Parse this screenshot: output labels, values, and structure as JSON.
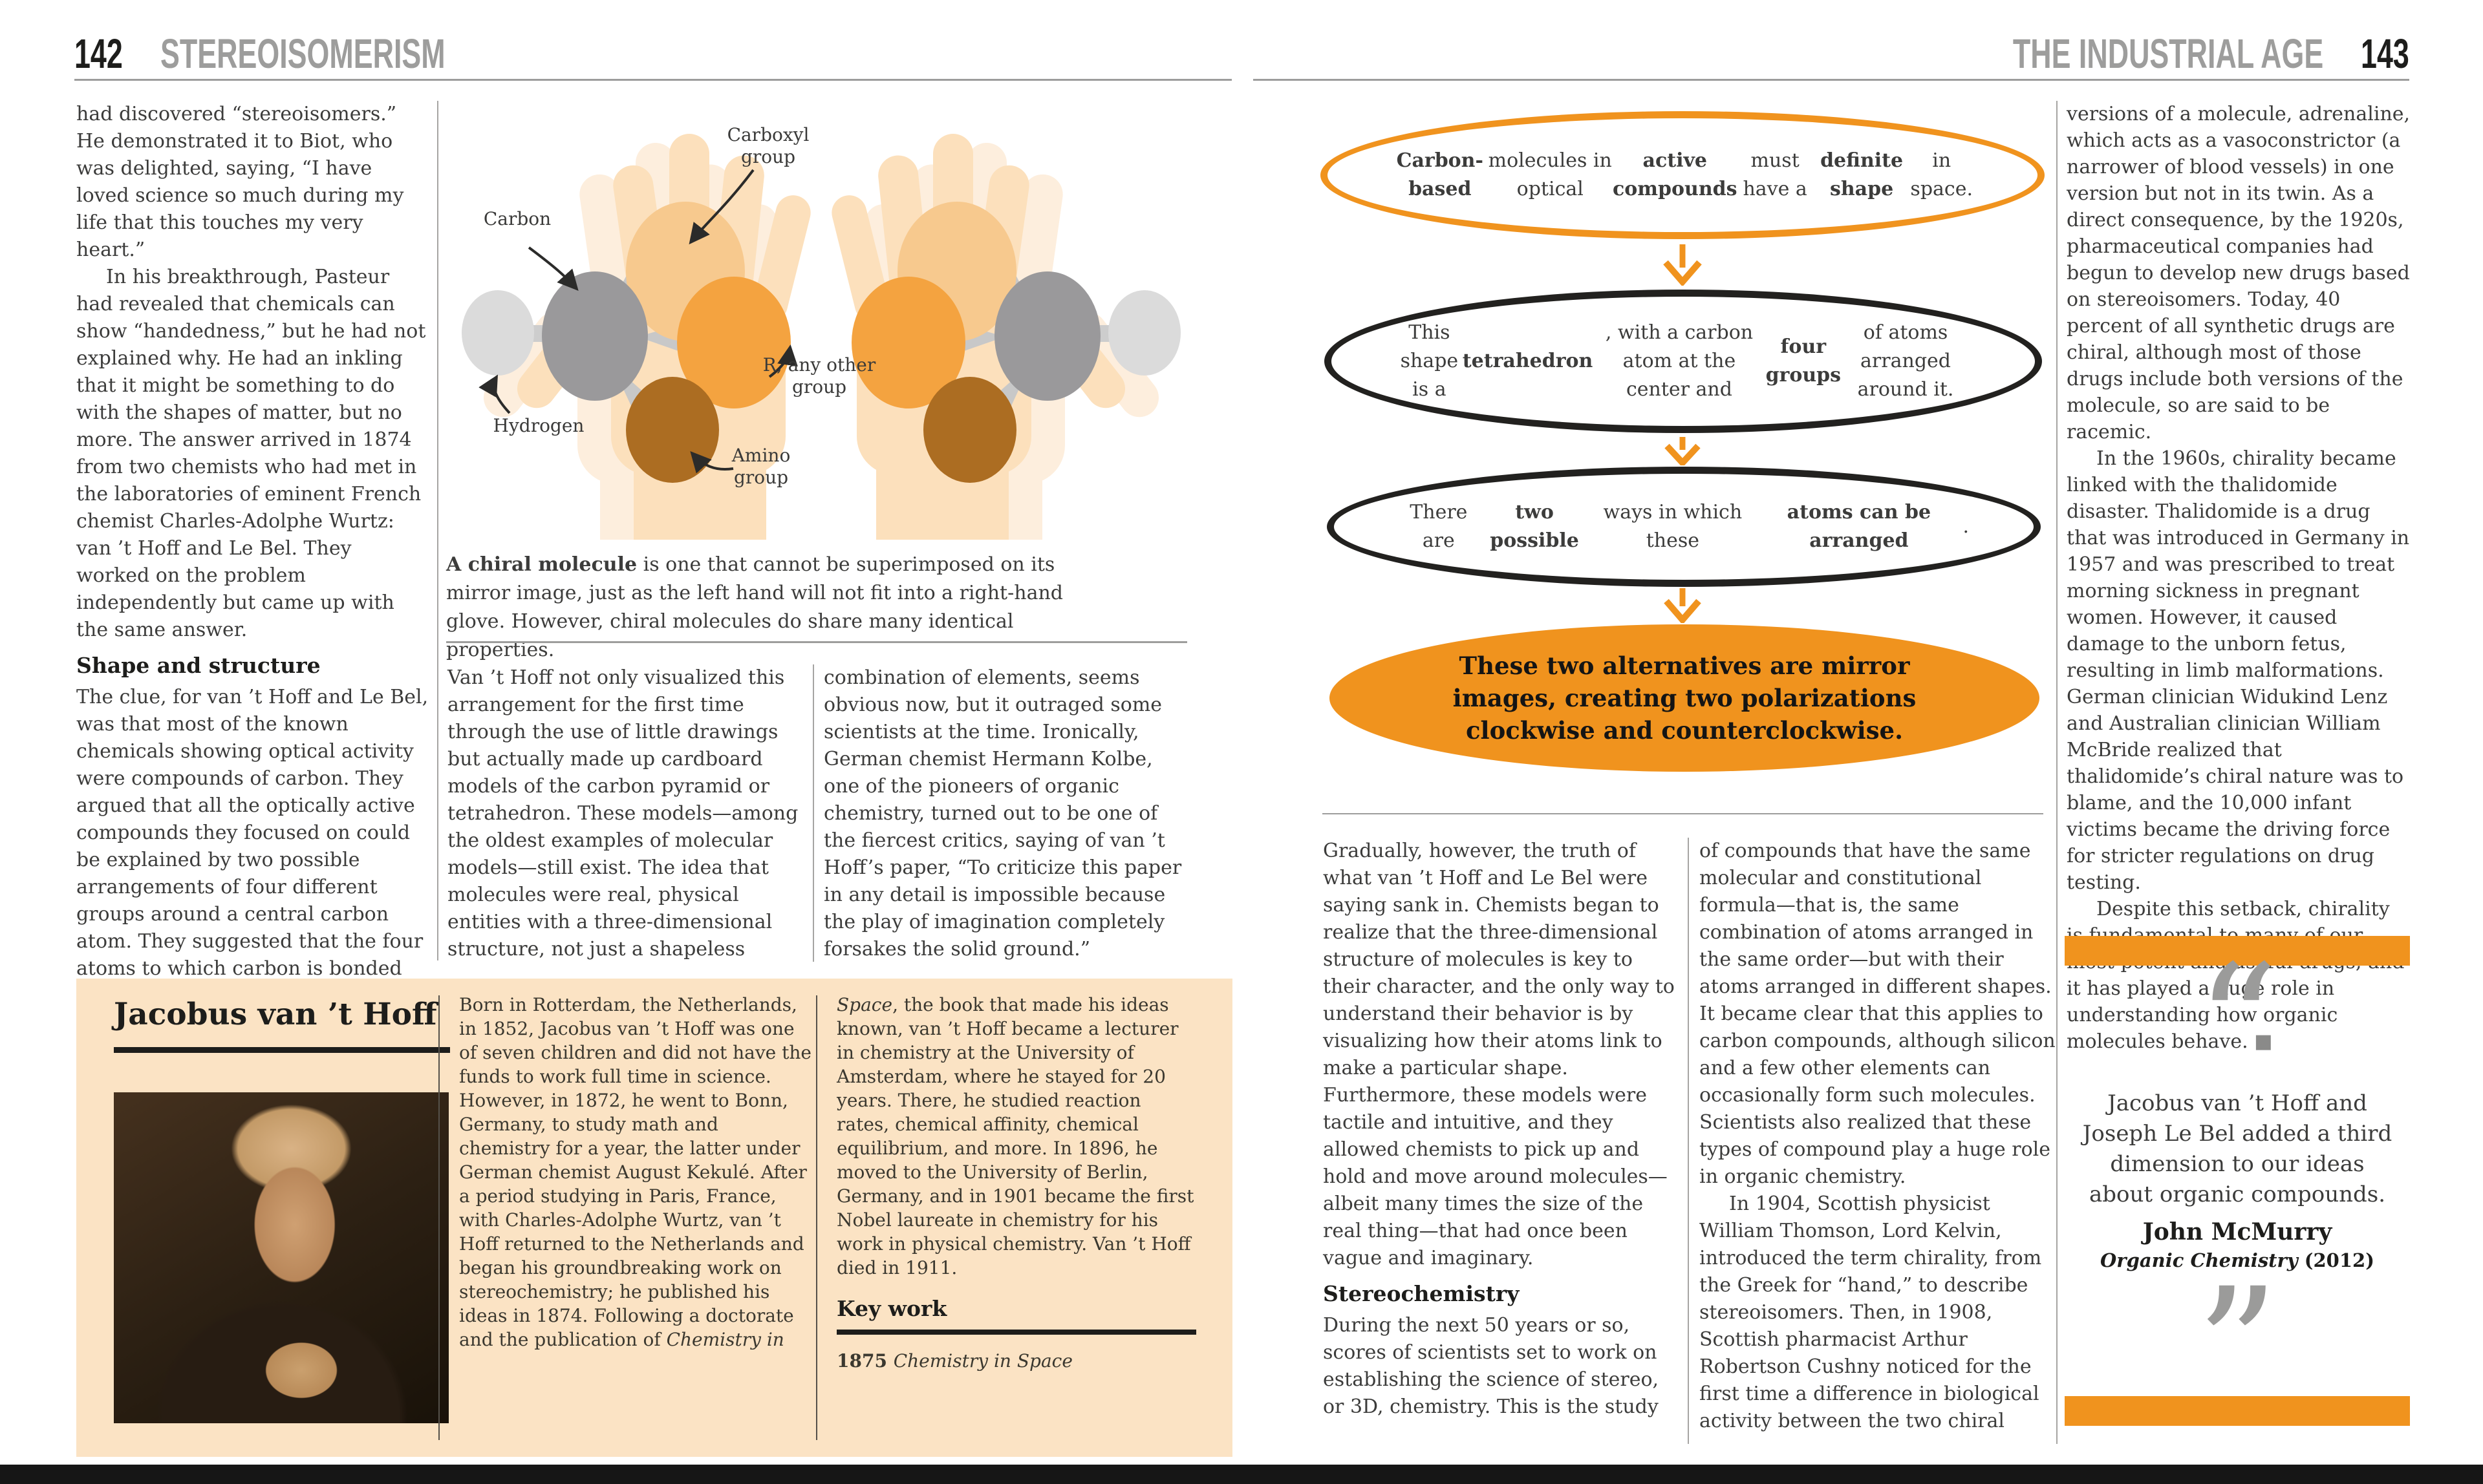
{
  "colors": {
    "accent_orange": "#F0931E",
    "peach_box": "#FBE3C4",
    "rule_gray": "#9D9D9C",
    "ink": "#1D1D1B"
  },
  "page_left": {
    "page_number": "142",
    "section_title": "STEREOISOMERISM",
    "col1_p1": "had discovered “stereoisomers.” He demonstrated it to Biot, who was delighted, saying, “I have loved science so much during my life that this touches my very heart.”",
    "col1_p2": "In his breakthrough, Pasteur had revealed that chemicals can show “handedness,” but he had not explained why. He had an inkling that it might be something to do with the shapes of matter, but no more. The answer arrived in 1874 from two chemists who had met in the laboratories of eminent French chemist Charles-Adolphe Wurtz: van ’t Hoff and Le Bel. They worked on the problem independently but came up with the same answer.",
    "shape_heading": "Shape and structure",
    "col1_p3": "The clue, for van ’t Hoff and Le Bel, was that most of the known chemicals showing optical activity were compounds of carbon. They argued that all the optically active compounds they focused on could be explained by two possible arrangements of four different groups around a central carbon atom. They suggested that the four atoms to which carbon is bonded sit at the corners of a regular tetrahedron, with carbon in the center.",
    "diagram_labels": {
      "carboxyl": "Carboxyl group",
      "carbon": "Carbon",
      "hydrogen": "Hydrogen",
      "r_group": "R, any other group",
      "amino": "Amino group"
    },
    "caption_segments": [
      {
        "t": "A chiral molecule",
        "b": true
      },
      {
        "t": " is one that cannot be superimposed on its mirror image, just as the left hand will not fit into a right-hand glove. However, chiral molecules do share many identical properties."
      }
    ],
    "colA_para": "Van ’t Hoff not only visualized this arrangement for the first time through the use of little drawings but actually made up cardboard models of the carbon pyramid or tetrahedron. These models—among the oldest examples of molecular models—still exist. The idea that molecules were real, physical entities with a three-dimensional structure, not just a shapeless",
    "colB_para": "combination of elements, seems obvious now, but it outraged some scientists at the time. Ironically, German chemist Hermann Kolbe, one of the pioneers of organic chemistry, turned out to be one of the fiercest critics, saying of van ’t Hoff’s paper, “To criticize this paper in any detail is impossible because the play of imagination completely forsakes the solid ground.”",
    "bio": {
      "title": "Jacobus van ’t Hoff",
      "col1_segments": [
        {
          "t": "Born in Rotterdam, the Netherlands, in 1852, Jacobus van ’t Hoff was one of seven children and did not have the funds to work full time in science. However, in 1872, he went to Bonn, Germany, to study math and chemistry for a year, the latter under German chemist August Kekulé. After a period studying in Paris, France, with Charles-Adolphe Wurtz, van ’t Hoff returned to the Netherlands and began his groundbreaking work on stereochemistry; he published his ideas in 1874. Following a doctorate and the publication of "
        },
        {
          "t": "Chemistry in",
          "i": true
        }
      ],
      "col2_segments": [
        {
          "t": "Space",
          "i": true
        },
        {
          "t": ", the book that made his ideas known, van ’t Hoff became a lecturer in chemistry at the University of Amsterdam, where he stayed for 20 years. There, he studied reaction rates, chemical affinity, chemical equilibrium, and more. In 1896, he moved to the University of Berlin, Germany, and in 1901 became the first Nobel laureate in chemistry for his work in physical chemistry. Van ’t Hoff died in 1911."
        }
      ],
      "keywork_heading": "Key work",
      "keywork_segments": [
        {
          "t": "1875 ",
          "b": true
        },
        {
          "t": "Chemistry in Space",
          "i": true
        }
      ]
    }
  },
  "page_right": {
    "page_number": "143",
    "section_title": "THE INDUSTRIAL AGE",
    "flowchart": {
      "oval1_segments": [
        {
          "t": "Carbon-based",
          "b": true
        },
        {
          "t": " molecules in optical "
        },
        {
          "t": "active compounds",
          "b": true
        },
        {
          "t": " must have a "
        },
        {
          "t": "definite shape",
          "b": true
        },
        {
          "t": " in space."
        }
      ],
      "oval2_segments": [
        {
          "t": "This shape is a "
        },
        {
          "t": "tetrahedron",
          "b": true
        },
        {
          "t": ", with a carbon atom at the center and "
        },
        {
          "t": "four groups",
          "b": true
        },
        {
          "t": " of atoms arranged around it."
        }
      ],
      "oval3_segments": [
        {
          "t": "There are "
        },
        {
          "t": "two possible",
          "b": true
        },
        {
          "t": " ways in which these "
        },
        {
          "t": "atoms can be arranged",
          "b": true
        },
        {
          "t": "."
        }
      ],
      "oval4_text": "These two alternatives are mirror images, creating two polarizations clockwise and counterclockwise."
    },
    "col1_p1": "Gradually, however, the truth of what van ’t Hoff and Le Bel were saying sank in. Chemists began to realize that the three-dimensional structure of molecules is key to their character, and the only way to understand their behavior is by visualizing how their atoms link to make a particular shape. Furthermore, these models were tactile and intuitive, and they allowed chemists to pick up and hold and move around molecules—albeit many times the size of the real thing—that had once been vague and imaginary.",
    "stereo_heading": "Stereochemistry",
    "col1_p2": "During the next 50 years or so, scores of scientists set to work on establishing the science of stereo, or 3D, chemistry. This is the study",
    "col2_p1": "of compounds that have the same molecular and constitutional formula—that is, the same combination of atoms arranged in the same order—but with their atoms arranged in different shapes. It became clear that this applies to carbon compounds, although silicon and a few other elements can occasionally form such molecules. Scientists also realized that these types of compound play a huge role in organic chemistry.",
    "col2_p2": "In 1904, Scottish physicist William Thomson, Lord Kelvin, introduced the term chirality, from the Greek for “hand,” to describe stereoisomers. Then, in 1908, Scottish pharmacist Arthur Robertson Cushny noticed for the first time a difference in biological activity between the two chiral",
    "col3_p1": "versions of a molecule, adrenaline, which acts as a vasoconstrictor (a narrower of blood vessels) in one version but not in its twin. As a direct consequence, by the 1920s, pharmaceutical companies had begun to develop new drugs based on stereoisomers. Today, 40 percent of all synthetic drugs are chiral, although most of those drugs include both versions of the molecule, so are said to be racemic.",
    "col3_p2": "In the 1960s, chirality became linked with the thalidomide disaster. Thalidomide is a drug that was introduced in Germany in 1957 and was prescribed to treat morning sickness in pregnant women. However, it caused damage to the unborn fetus, resulting in limb malformations. German clinician Widukind Lenz and Australian clinician William McBride realized that thalidomide’s chiral nature was to blame, and the 10,000 infant victims became the driving force for stricter regulations on drug testing.",
    "col3_p3_segments": [
      {
        "t": "Despite this setback, chirality is fundamental to many of our most potent and useful drugs, and it has played a huge role in understanding how organic molecules behave. "
      },
      {
        "t": "■",
        "c": "#8a8a89"
      }
    ],
    "quote": {
      "open_mark": "“",
      "text": "Jacobus van ’t Hoff and Joseph Le Bel added a third dimension to our ideas about organic compounds.",
      "author": "John McMurry",
      "source_segments": [
        {
          "t": "Organic Chemistry",
          "b": true,
          "i": true
        },
        {
          "t": " (2012)",
          "b": true
        }
      ],
      "close_mark": "”"
    }
  }
}
